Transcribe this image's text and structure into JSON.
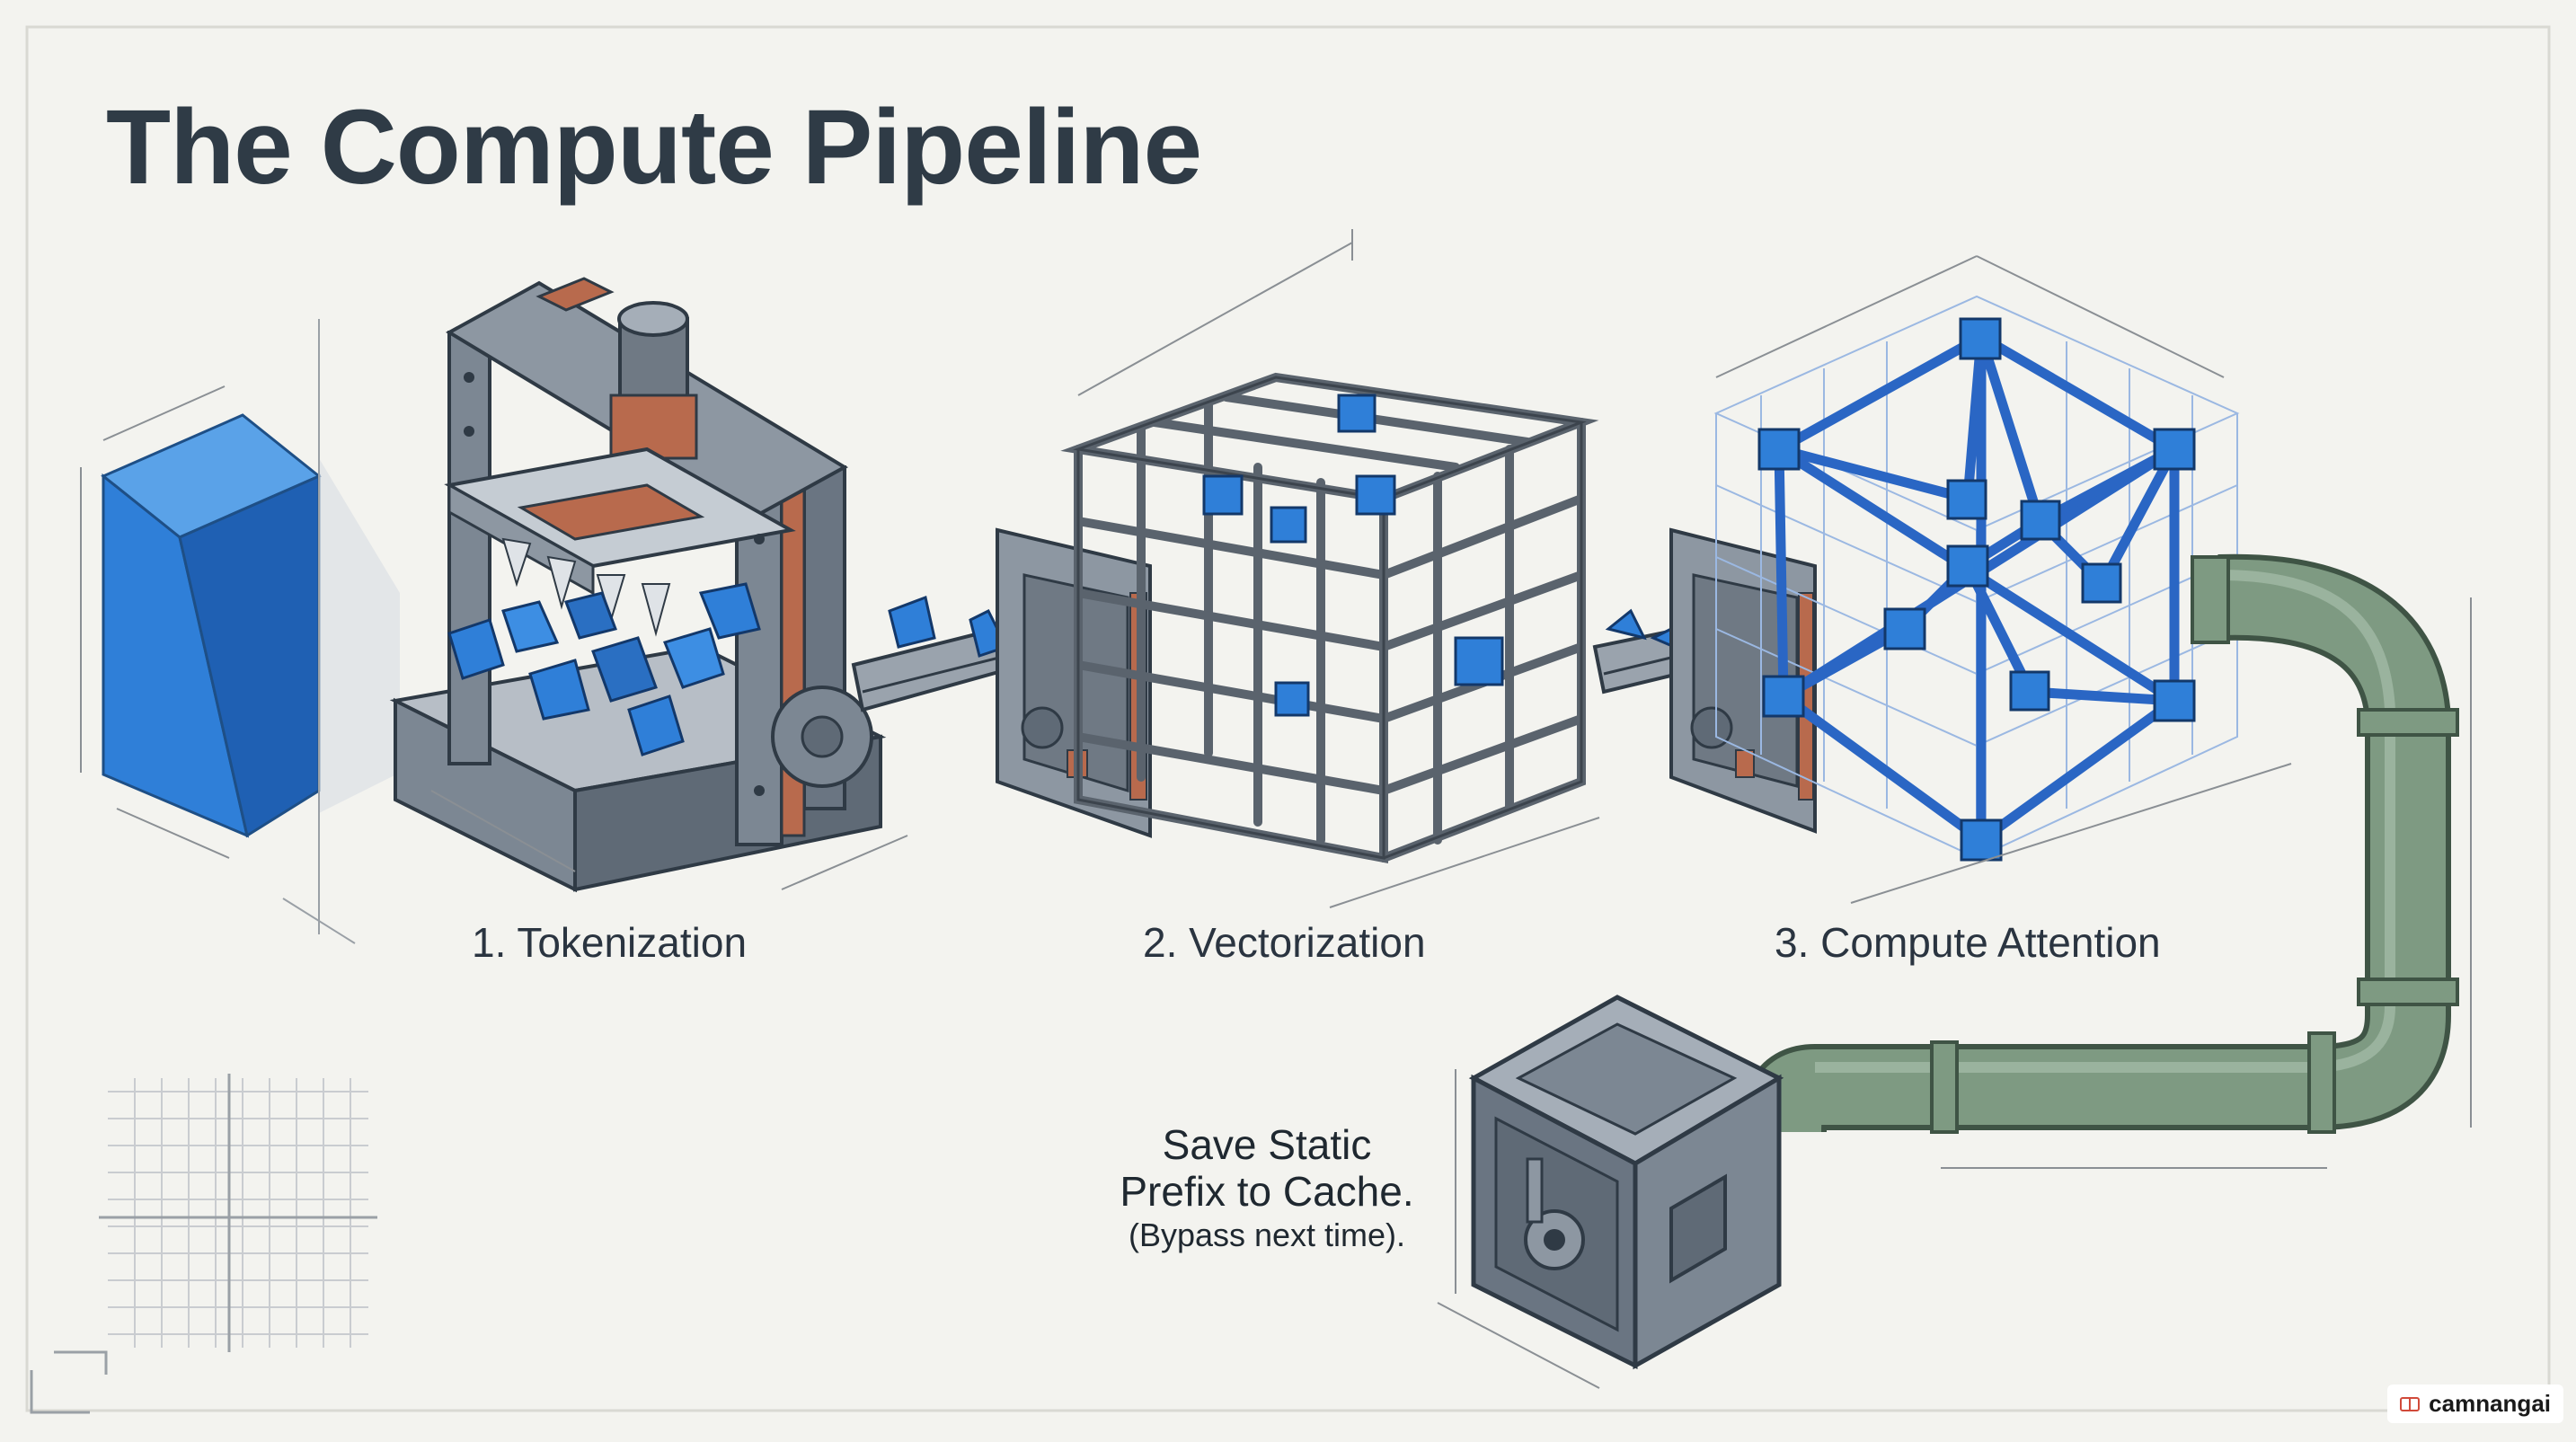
{
  "title": "The Compute Pipeline",
  "stages": [
    {
      "label": "1. Tokenization"
    },
    {
      "label": "2. Vectorization"
    },
    {
      "label": "3. Compute Attention"
    }
  ],
  "cache": {
    "line1": "Save Static",
    "line2": "Prefix to Cache.",
    "line3": "(Bypass next time)."
  },
  "badge": {
    "text": "camnangai"
  },
  "colors": {
    "background": "#f3f3ef",
    "block_blue": "#2f7fd8",
    "machine_gray": "#7c8793",
    "copper": "#b86a4d",
    "pipe_green": "#7e9a82",
    "lattice_gray": "#8d949b"
  }
}
